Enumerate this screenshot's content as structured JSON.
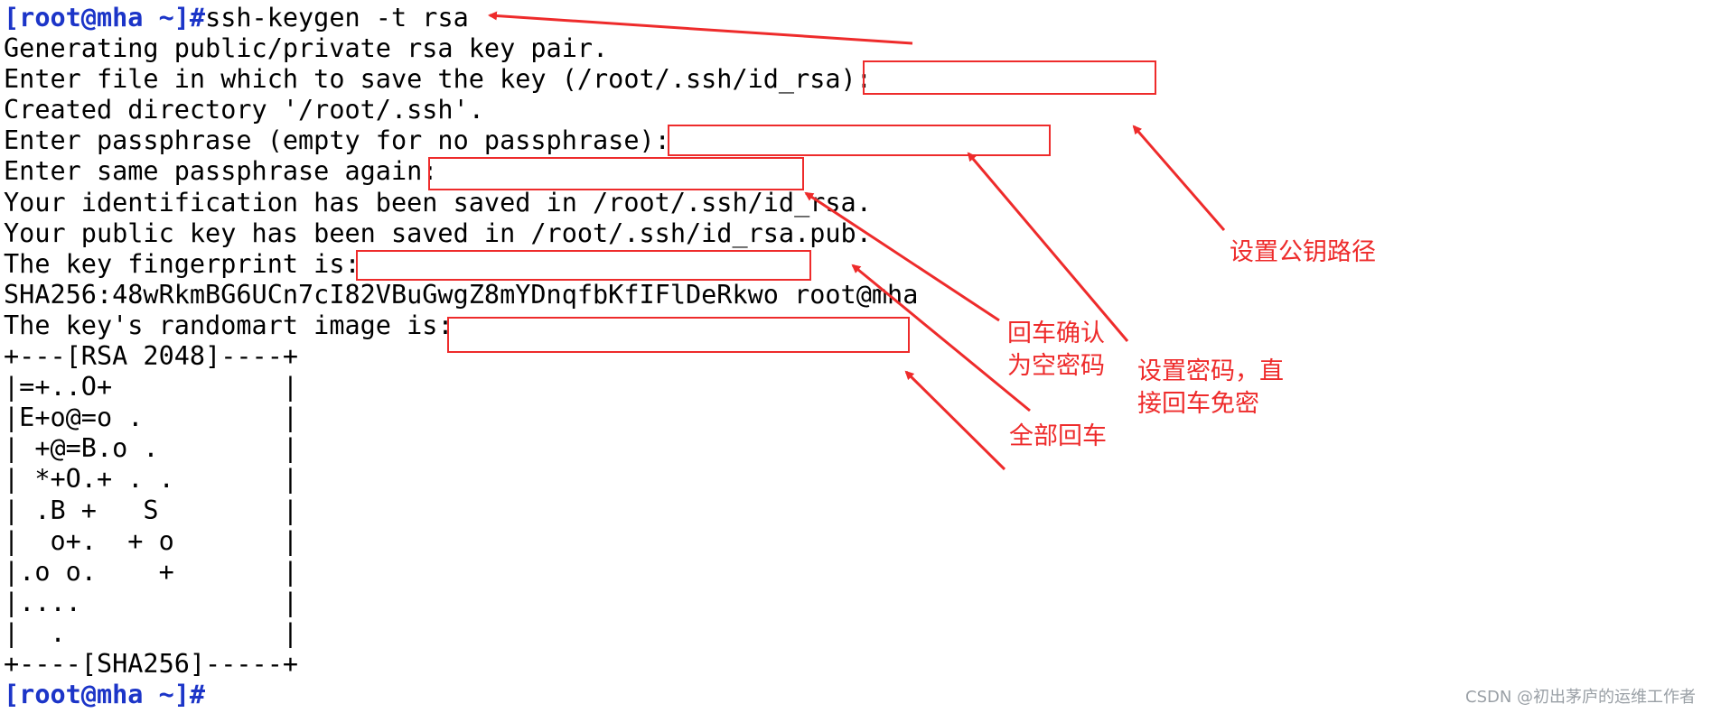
{
  "terminal": {
    "prompt": "[root@mha ~]#",
    "command": "ssh-keygen -t rsa",
    "output": [
      "Generating public/private rsa key pair.",
      "Enter file in which to save the key (/root/.ssh/id_rsa):",
      "Created directory '/root/.ssh'.",
      "Enter passphrase (empty for no passphrase):",
      "Enter same passphrase again:",
      "Your identification has been saved in /root/.ssh/id_rsa.",
      "Your public key has been saved in /root/.ssh/id_rsa.pub.",
      "The key fingerprint is:",
      "SHA256:48wRkmBG6UCn7cI82VBuGwgZ8mYDnqfbKfIFlDeRkwo root@mha",
      "The key's randomart image is:",
      "+---[RSA 2048]----+",
      "|=+..O+           |",
      "|E+o@=o .         |",
      "| +@=B.o .        |",
      "| *+O.+ . .       |",
      "| .B +   S        |",
      "|  o+.  + o       |",
      "|.o o.    +       |",
      "|....             |",
      "|  .              |",
      "+----[SHA256]-----+"
    ],
    "final_prompt": "[root@mha ~]#"
  },
  "annotations": {
    "set_key_path": "设置公钥路径",
    "enter_confirm_empty": "回车确认\n为空密码",
    "set_password": "设置密码，直\n接回车免密",
    "all_enter": "全部回车"
  },
  "watermark": "CSDN @初出茅庐的运维工作者",
  "colors": {
    "annotation": "#ee2b2b",
    "prompt": "#1c35c8",
    "text": "#000000",
    "watermark": "#9aa0a6"
  }
}
